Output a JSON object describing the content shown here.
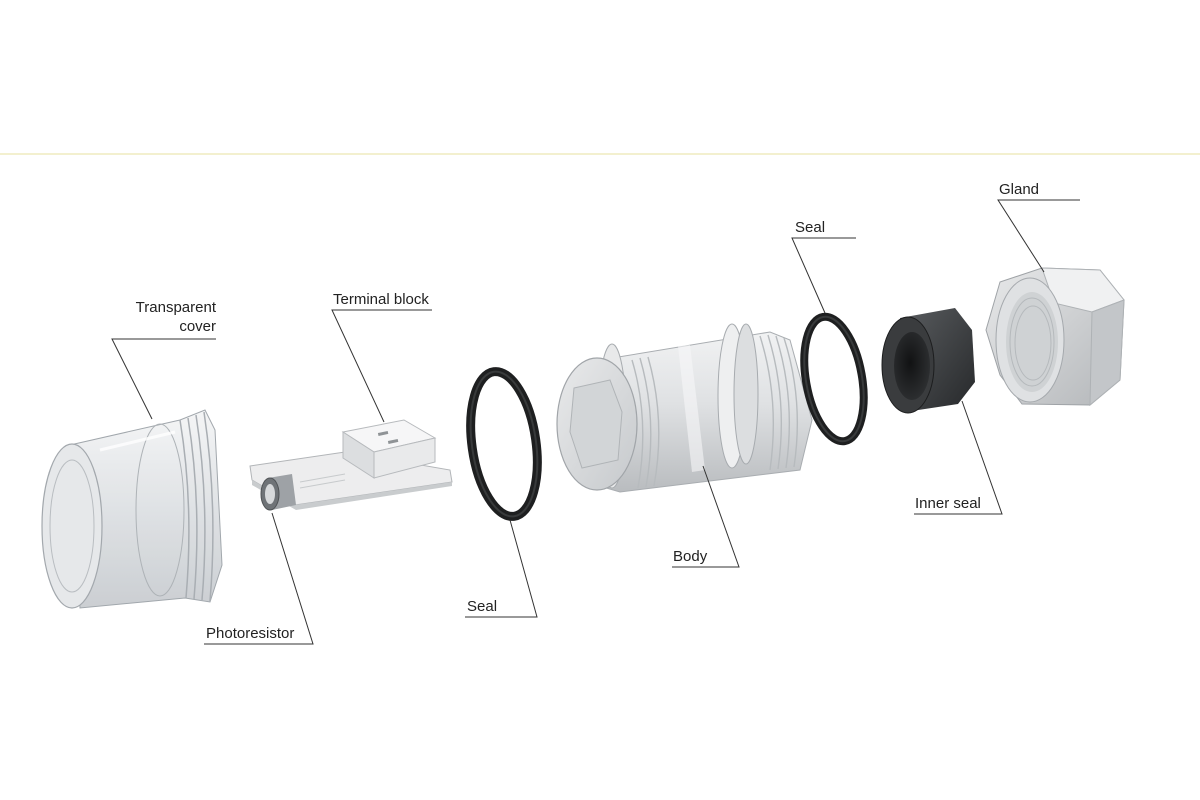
{
  "diagram": {
    "top_rule_color": "#f3f0cf",
    "labels": {
      "transparent_cover_line1": "Transparent",
      "transparent_cover_line2": "cover",
      "terminal_block": "Terminal block",
      "photoresistor": "Photoresistor",
      "seal_left": "Seal",
      "body": "Body",
      "seal_right": "Seal",
      "gland": "Gland",
      "inner_seal": "Inner seal"
    },
    "parts": [
      "transparent-cover",
      "photoresistor",
      "terminal-block",
      "seal",
      "body",
      "seal",
      "inner-seal",
      "gland"
    ]
  }
}
